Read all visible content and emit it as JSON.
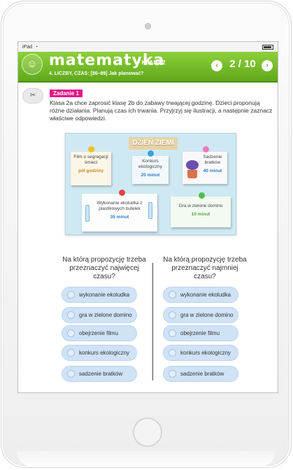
{
  "status": {
    "device": "iPad",
    "wifi_icon": "wifi-icon",
    "battery_icon": "battery-icon"
  },
  "header": {
    "title": "matematyka",
    "class_label": "– KLASA 2",
    "subtitle": "4. LICZBY, CZAS: [86–89] Jak planować?",
    "page_counter": "2 / 10",
    "prev_icon": "‹",
    "next_icon": "›",
    "colors": {
      "header_green": "#6bb421",
      "badge_pink": "#e4178a",
      "option_blue": "#cfe2f6"
    }
  },
  "task": {
    "badge": "Zadanie 1",
    "text": "Klasa 2a chce zaprosić klasę 2b do zabawy trwającej godzinę. Dzieci proponują różne działania. Planują czas ich trwania. Przyjrzyj się ilustracji, a następnie zaznacz właściwe odpowiedzi."
  },
  "illustration": {
    "banner": "DZIEŃ ZIEMI",
    "cards": {
      "film": {
        "label": "Film o segregacji śmieci",
        "value": "pół godziny"
      },
      "konkurs": {
        "label": "Konkurs ekologiczny",
        "value": "20 minut"
      },
      "sadzenie": {
        "label": "Sadzenie bratków",
        "value": "40 minut"
      },
      "wykonanie": {
        "label": "Wykonanie ekoludka z plastikowych butelek",
        "value": "35 minut"
      },
      "gra": {
        "label": "Gra w zielone domino",
        "value": "10 minut"
      }
    }
  },
  "questions": {
    "left": {
      "title": "Na którą propozycję trzeba przeznaczyć najwięcej czasu?",
      "options": [
        "wykonanie ekoludka",
        "gra w zielone domino",
        "obejrzenie filmu",
        "konkurs ekologiczny",
        "sadzenie bratków"
      ]
    },
    "right": {
      "title": "Na którą propozycję trzeba przeznaczyć najmniej czasu?",
      "options": [
        "wykonanie ekoludka",
        "gra w zielone domino",
        "obejrzenie filmu",
        "konkurs ekologiczny",
        "sadzenie bratków"
      ]
    }
  }
}
